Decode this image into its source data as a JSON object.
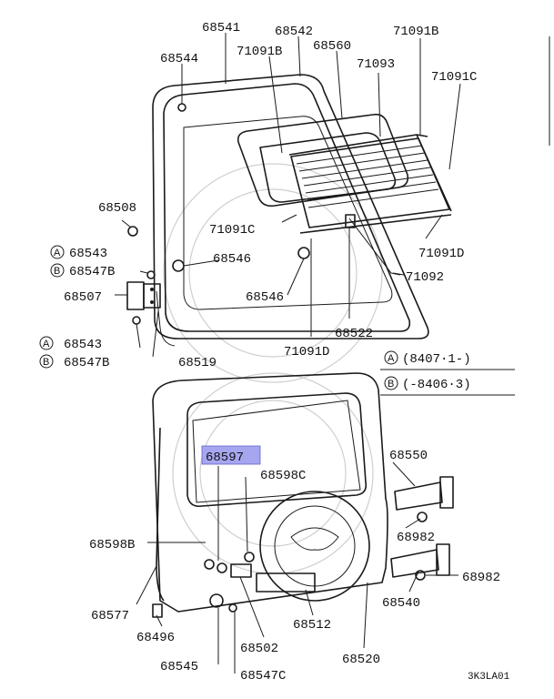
{
  "diagram": {
    "code": "3K3LA01",
    "highlighted_part": "68597",
    "legend": [
      {
        "mark": "A",
        "text": "(8407·1-)"
      },
      {
        "mark": "B",
        "text": "(-8406·3)"
      }
    ],
    "labels": {
      "p68541": "68541",
      "p68542": "68542",
      "p68560": "68560",
      "p71091B_top": "71091B",
      "p71091B_left": "71091B",
      "p68544": "68544",
      "p71093": "71093",
      "p71091C_right": "71091C",
      "p68508": "68508",
      "p71091C_left": "71091C",
      "p71091D_right": "71091D",
      "p68543_a": "68543",
      "p68547B_a": "68547B",
      "p68546_left": "68546",
      "p71092": "71092",
      "p68507": "68507",
      "p68546_mid": "68546",
      "p68522": "68522",
      "p68543_b": "68543",
      "p68547B_b": "68547B",
      "p71091D_bottom": "71091D",
      "p68519": "68519",
      "p68597": "68597",
      "p68598C": "68598C",
      "p68550": "68550",
      "p68598B": "68598B",
      "p68982_a": "68982",
      "p68982_b": "68982",
      "p68540": "68540",
      "p68577": "68577",
      "p68512": "68512",
      "p68496": "68496",
      "p68502": "68502",
      "p68520": "68520",
      "p68545": "68545",
      "p68547C": "68547C"
    },
    "marks": {
      "m68543_a": "A",
      "m68547B_a": "B",
      "m68543_b": "A",
      "m68547B_b": "B"
    }
  }
}
